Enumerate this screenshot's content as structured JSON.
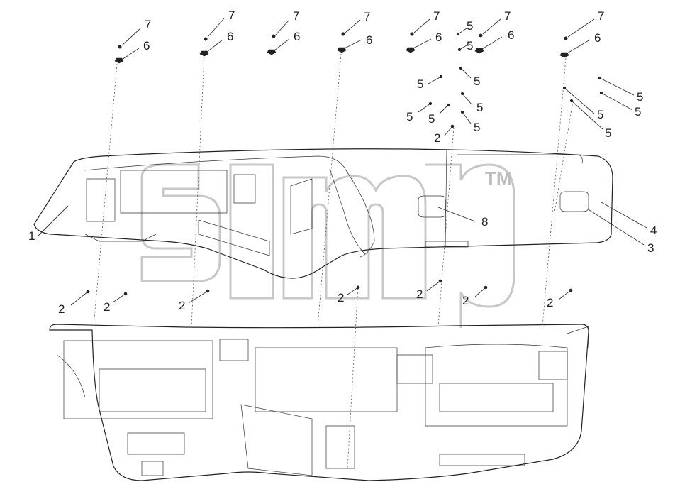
{
  "watermark": {
    "trademark": "TM"
  },
  "callouts": {
    "c1": "1",
    "c2": "2",
    "c3": "3",
    "c4": "4",
    "c5": "5",
    "c6": "6",
    "c7": "7",
    "c8": "8"
  }
}
